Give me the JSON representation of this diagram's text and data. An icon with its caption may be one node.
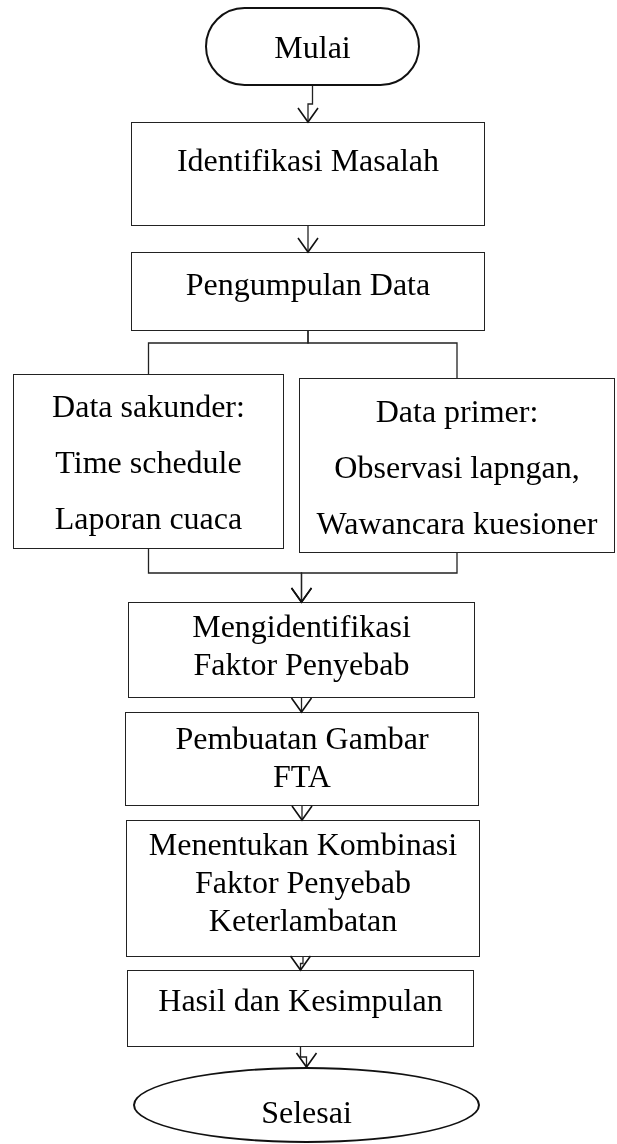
{
  "diagram": {
    "nodes": [
      {
        "text": [
          "Mulai"
        ]
      },
      {
        "text": [
          "Identifikasi Masalah"
        ]
      },
      {
        "text": [
          "Pengumpulan Data"
        ]
      },
      {
        "text": [
          "Data sakunder:",
          "Time schedule",
          "Laporan cuaca"
        ]
      },
      {
        "text": [
          "Data primer:",
          "Observasi lapngan,",
          "Wawancara kuesioner"
        ]
      },
      {
        "text": [
          "Mengidentifikasi Faktor Penyebab"
        ]
      },
      {
        "text": [
          "Pembuatan Gambar FTA"
        ]
      },
      {
        "text": [
          "Menentukan Kombinasi Faktor Penyebab Keterlambatan"
        ]
      },
      {
        "text": [
          "Hasil dan Kesimpulan"
        ]
      },
      {
        "text": [
          "Selesai"
        ]
      }
    ],
    "edges": [
      {
        "from": 0,
        "to": 1,
        "arrow": "to"
      },
      {
        "from": 1,
        "to": 2,
        "arrow": "to"
      },
      {
        "from": 2,
        "to": 3,
        "arrow": "none"
      },
      {
        "from": 2,
        "to": 4,
        "arrow": "none"
      },
      {
        "from": 3,
        "to": 5,
        "arrow": "to"
      },
      {
        "from": 4,
        "to": 5,
        "arrow": "to"
      },
      {
        "from": 5,
        "to": 6,
        "arrow": "to"
      },
      {
        "from": 6,
        "to": 7,
        "arrow": "to"
      },
      {
        "from": 7,
        "to": 8,
        "arrow": "to"
      },
      {
        "from": 8,
        "to": 9,
        "arrow": "to"
      }
    ]
  }
}
